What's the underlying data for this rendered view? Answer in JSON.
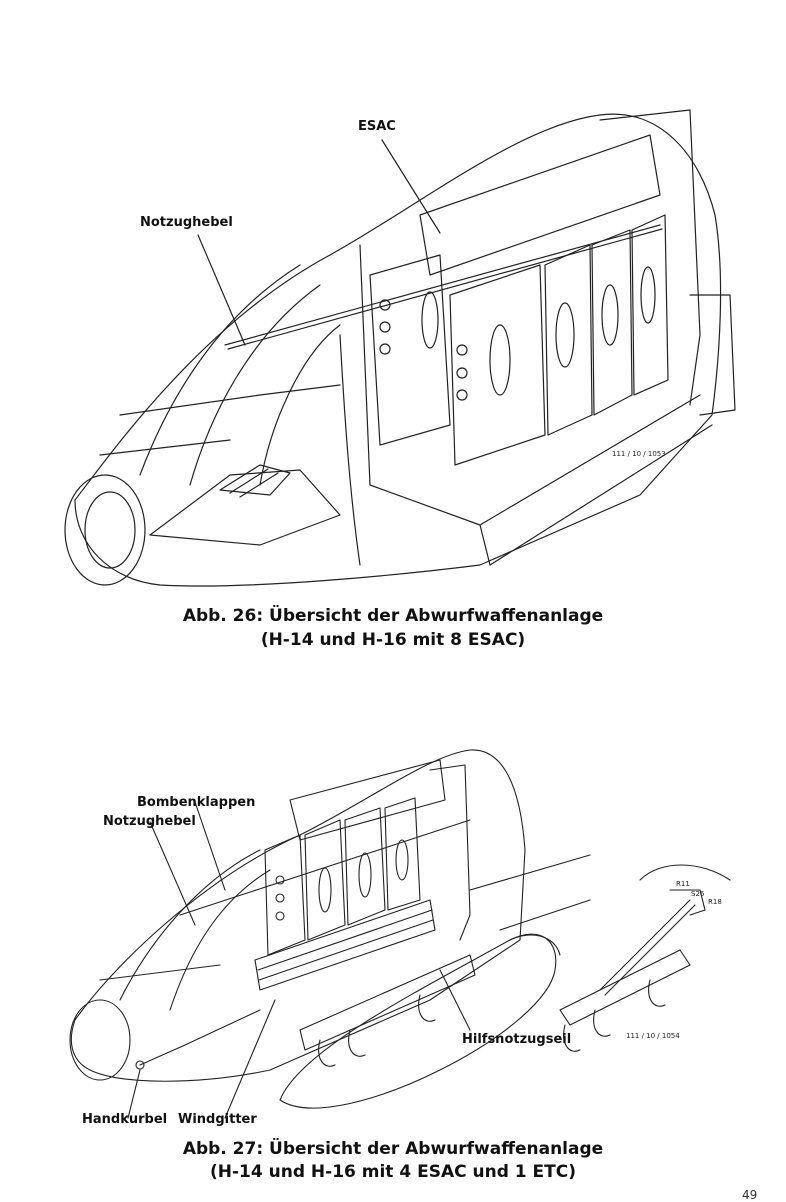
{
  "figure26": {
    "labels": {
      "esac": "ESAC",
      "notzughebel": "Notzughebel"
    },
    "ref": "111 / 10 / 1053",
    "caption_line1": "Abb. 26: Übersicht der Abwurfwaffenanlage",
    "caption_line2": "(H-14 und H-16 mit 8 ESAC)"
  },
  "figure27": {
    "labels": {
      "bombenklappen": "Bombenklappen",
      "notzughebel": "Notzughebel",
      "hilfsnotzugseil": "Hilfsnotzugseil",
      "handkurbel": "Handkurbel",
      "windgitter": "Windgitter",
      "r11": "R11",
      "s26": "S26",
      "r18": "R18"
    },
    "ref": "111 / 10 / 1054",
    "caption_line1": "Abb. 27: Übersicht der Abwurfwaffenanlage",
    "caption_line2": "(H-14 und H-16 mit 4 ESAC und 1 ETC)"
  },
  "page_number": "49"
}
